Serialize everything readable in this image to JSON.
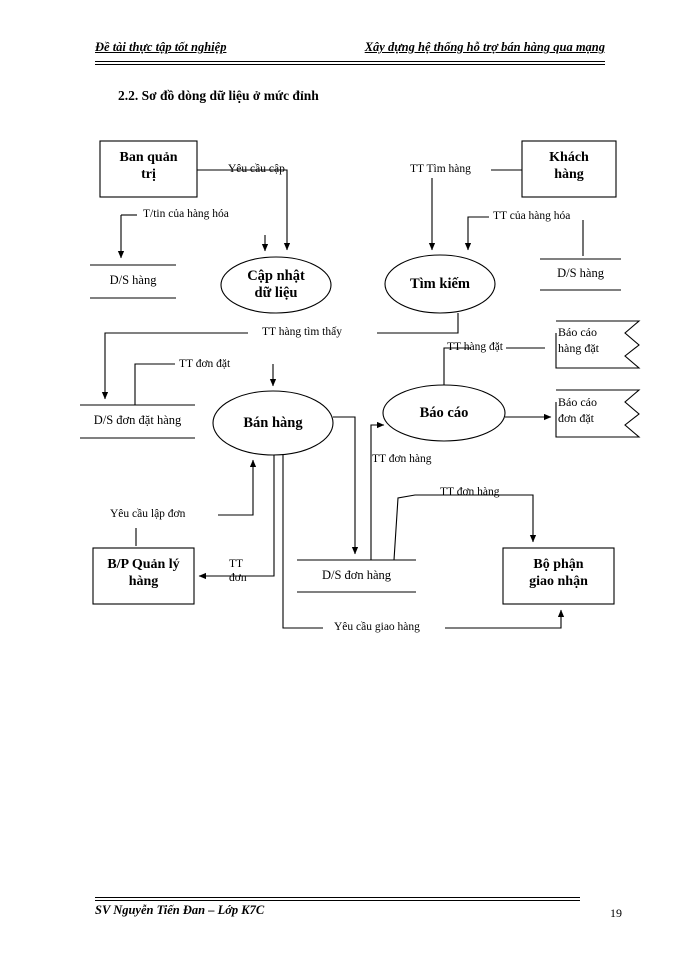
{
  "header": {
    "left": "Đề tài thực tập tốt nghiệp",
    "right": "Xây dựng hệ thống hỗ trợ bán hàng qua mạng"
  },
  "section": {
    "title": "2.2. Sơ đồ dòng dữ liệu ở mức đỉnh"
  },
  "footer": {
    "text": "SV Nguyễn Tiến Đan – Lớp K7C",
    "page_number": "19"
  },
  "chart_data": {
    "type": "diagram",
    "diagram_kind": "data-flow-diagram",
    "title": "2.2. Sơ đồ dòng dữ liệu ở mức đỉnh",
    "nodes": [
      {
        "id": "ban_quan_tri",
        "kind": "external-entity",
        "label": "Ban quản trị",
        "line1": "Ban quản",
        "line2": "trị"
      },
      {
        "id": "khach_hang",
        "kind": "external-entity",
        "label": "Khách hàng",
        "line1": "Khách",
        "line2": "hàng"
      },
      {
        "id": "cap_nhat",
        "kind": "process",
        "label": "Cập nhật dữ liệu",
        "line1": "Cập nhật",
        "line2": "dữ liệu"
      },
      {
        "id": "tim_kiem",
        "kind": "process",
        "label": "Tìm kiếm",
        "line1": "Tìm kiếm",
        "line2": ""
      },
      {
        "id": "ban_hang",
        "kind": "process",
        "label": "Bán hàng",
        "line1": "Bán hàng",
        "line2": ""
      },
      {
        "id": "bao_cao",
        "kind": "process",
        "label": "Báo cáo",
        "line1": "Báo cáo",
        "line2": ""
      },
      {
        "id": "ds_hang_left",
        "kind": "data-store",
        "label": "D/S hàng"
      },
      {
        "id": "ds_hang_right",
        "kind": "data-store",
        "label": "D/S hàng"
      },
      {
        "id": "ds_don_dat",
        "kind": "data-store",
        "label": "D/S đơn đặt hàng"
      },
      {
        "id": "ds_don_hang",
        "kind": "data-store",
        "label": "D/S đơn hàng"
      },
      {
        "id": "bp_quan_ly",
        "kind": "external-entity",
        "label": "B/P Quản lý hàng",
        "line1": "B/P Quản lý",
        "line2": "hàng"
      },
      {
        "id": "bo_phan_giao",
        "kind": "external-entity",
        "label": "Bộ phận giao nhận",
        "line1": "Bộ phận",
        "line2": "giao nhận"
      },
      {
        "id": "bc_hang_dat",
        "kind": "report",
        "label": "Báo cáo hàng đặt",
        "line1": "Báo cáo",
        "line2": "hàng đặt"
      },
      {
        "id": "bc_don_dat",
        "kind": "report",
        "label": "Báo cáo đơn đặt",
        "line1": "Báo cáo",
        "line2": "đơn đặt"
      }
    ],
    "flows": [
      {
        "id": "f1",
        "label": "Yêu cầu cập",
        "from": "ban_quan_tri",
        "to": "cap_nhat"
      },
      {
        "id": "f2",
        "label": "T/tin của hàng hóa",
        "from": "cap_nhat",
        "to": "ds_hang_left"
      },
      {
        "id": "f3",
        "label": "TT Tìm hàng",
        "from": "khach_hang",
        "to": "tim_kiem"
      },
      {
        "id": "f4",
        "label": "TT của hàng hóa",
        "from": "ds_hang_right",
        "to": "tim_kiem"
      },
      {
        "id": "f5",
        "label": "TT hàng tìm thấy",
        "from": "tim_kiem",
        "to": "ds_don_dat"
      },
      {
        "id": "f6",
        "label": "TT đơn đặt",
        "from": "ds_don_dat",
        "to": "ban_hang"
      },
      {
        "id": "f7",
        "label": "TT hàng đặt",
        "from": "bao_cao",
        "to": "bc_hang_dat"
      },
      {
        "id": "f8",
        "label": "TT đơn hàng",
        "from": "ds_don_hang",
        "to": "bao_cao"
      },
      {
        "id": "f9",
        "label": "TT đơn hàng",
        "from": "ds_don_hang",
        "to": "bo_phan_giao"
      },
      {
        "id": "f10",
        "label": "Yêu cầu lập đơn",
        "from": "bp_quan_ly",
        "to": "ban_hang"
      },
      {
        "id": "f11",
        "label": "TT đơn",
        "from": "ban_hang",
        "to": "bp_quan_ly"
      },
      {
        "id": "f12",
        "label": "Yêu cầu giao hàng",
        "from": "ban_hang",
        "to": "bo_phan_giao"
      }
    ]
  }
}
